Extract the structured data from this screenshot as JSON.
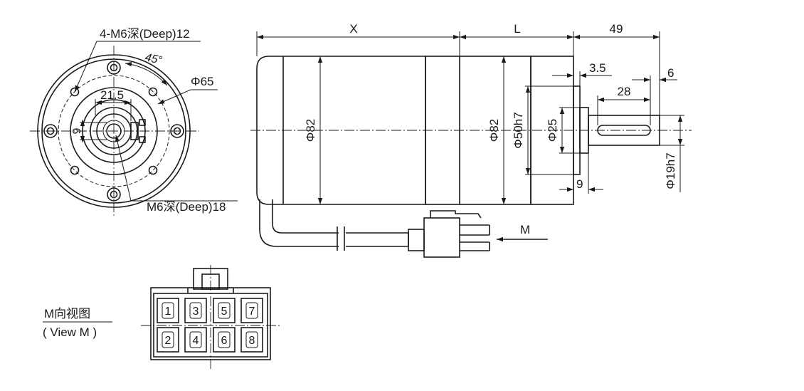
{
  "front_view": {
    "bolt_holes_label": "4-M6深(Deep)12",
    "angle_label": "45°",
    "pcd_label": "Φ65",
    "offset_label": "21.5",
    "key_label": "6",
    "center_tap_label": "M6深(Deep)18"
  },
  "side_view": {
    "body_length_label": "X",
    "gear_length_label": "L",
    "shaft_length_label": "49",
    "pilot_length_label": "3.5",
    "key_end_label": "6",
    "key_length_label": "28",
    "flange_thickness_label": "9",
    "motor_diameter_label": "Φ82",
    "gearbox_diameter_label": "Φ82",
    "pilot_diameter_label": "Φ50h7",
    "boss_diameter_label": "Φ25",
    "shaft_diameter_label": "Φ19h7",
    "view_arrow_label": "M"
  },
  "connector_view": {
    "title": "M向视图",
    "subtitle": "( View M )",
    "pins_top": [
      "1",
      "3",
      "5",
      "7"
    ],
    "pins_bottom": [
      "2",
      "4",
      "6",
      "8"
    ]
  }
}
